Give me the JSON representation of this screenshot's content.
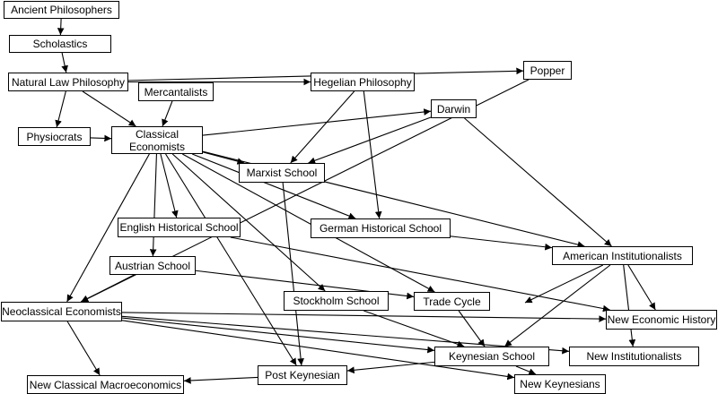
{
  "nodes": [
    {
      "id": "ancient",
      "label": "Ancient  Philosophers"
    },
    {
      "id": "scholastics",
      "label": "Scholastics"
    },
    {
      "id": "natlaw",
      "label": "Natural Law Philosophy"
    },
    {
      "id": "merc",
      "label": "Mercantalists"
    },
    {
      "id": "hegel",
      "label": "Hegelian Philosophy"
    },
    {
      "id": "popper",
      "label": "Popper"
    },
    {
      "id": "physio",
      "label": "Physiocrats"
    },
    {
      "id": "classical",
      "label": "Classical",
      "label2": "Economists"
    },
    {
      "id": "darwin",
      "label": "Darwin"
    },
    {
      "id": "marxist",
      "label": "Marxist School"
    },
    {
      "id": "english",
      "label": "English Historical School"
    },
    {
      "id": "german",
      "label": "German Historical School"
    },
    {
      "id": "amerinst",
      "label": "American Institutionalists"
    },
    {
      "id": "austrian",
      "label": "Austrian School"
    },
    {
      "id": "stockholm",
      "label": "Stockholm School"
    },
    {
      "id": "tradecycle",
      "label": "Trade Cycle"
    },
    {
      "id": "neoclassical",
      "label": "Neoclassical Economists"
    },
    {
      "id": "neweh",
      "label": "New Economic History"
    },
    {
      "id": "keynesian",
      "label": "Keynesian School"
    },
    {
      "id": "newinst",
      "label": "New Institutionalists"
    },
    {
      "id": "postkeyn",
      "label": "Post Keynesian"
    },
    {
      "id": "newclass",
      "label": "New Classical Macroeconomics"
    },
    {
      "id": "newkeyn",
      "label": "New Keynesians"
    }
  ],
  "edges": [
    [
      "ancient",
      "scholastics"
    ],
    [
      "scholastics",
      "natlaw"
    ],
    [
      "natlaw",
      "popper"
    ],
    [
      "natlaw",
      "hegel"
    ],
    [
      "natlaw",
      "physio"
    ],
    [
      "natlaw",
      "classical"
    ],
    [
      "merc",
      "classical"
    ],
    [
      "physio",
      "classical"
    ],
    [
      "classical",
      "darwin"
    ],
    [
      "classical",
      "marxist"
    ],
    [
      "classical",
      "english"
    ],
    [
      "classical",
      "german"
    ],
    [
      "classical",
      "amerinst"
    ],
    [
      "classical",
      "austrian"
    ],
    [
      "classical",
      "neoclassical"
    ],
    [
      "classical",
      "stockholm"
    ],
    [
      "classical",
      "tradecycle"
    ],
    [
      "classical",
      "postkeyn"
    ],
    [
      "hegel",
      "marxist"
    ],
    [
      "hegel",
      "german"
    ],
    [
      "darwin",
      "marxist"
    ],
    [
      "darwin",
      "amerinst"
    ],
    [
      "popper",
      "neoclassical"
    ],
    [
      "marxist",
      "postkeyn"
    ],
    [
      "english",
      "neweh"
    ],
    [
      "german",
      "amerinst"
    ],
    [
      "austrian",
      "neoclassical"
    ],
    [
      "austrian",
      "tradecycle"
    ],
    [
      "amerinst",
      "neweh"
    ],
    [
      "amerinst",
      "newinst"
    ],
    [
      "amerinst",
      "keynesian"
    ],
    [
      "amerinst",
      "stray"
    ],
    [
      "stockholm",
      "keynesian"
    ],
    [
      "tradecycle",
      "keynesian"
    ],
    [
      "neoclassical",
      "neweh"
    ],
    [
      "neoclassical",
      "newinst"
    ],
    [
      "neoclassical",
      "newkeyn"
    ],
    [
      "neoclassical",
      "newclass"
    ],
    [
      "neoclassical",
      "keynesian"
    ],
    [
      "keynesian",
      "postkeyn"
    ],
    [
      "keynesian",
      "newkeyn"
    ],
    [
      "postkeyn",
      "newclass"
    ]
  ]
}
